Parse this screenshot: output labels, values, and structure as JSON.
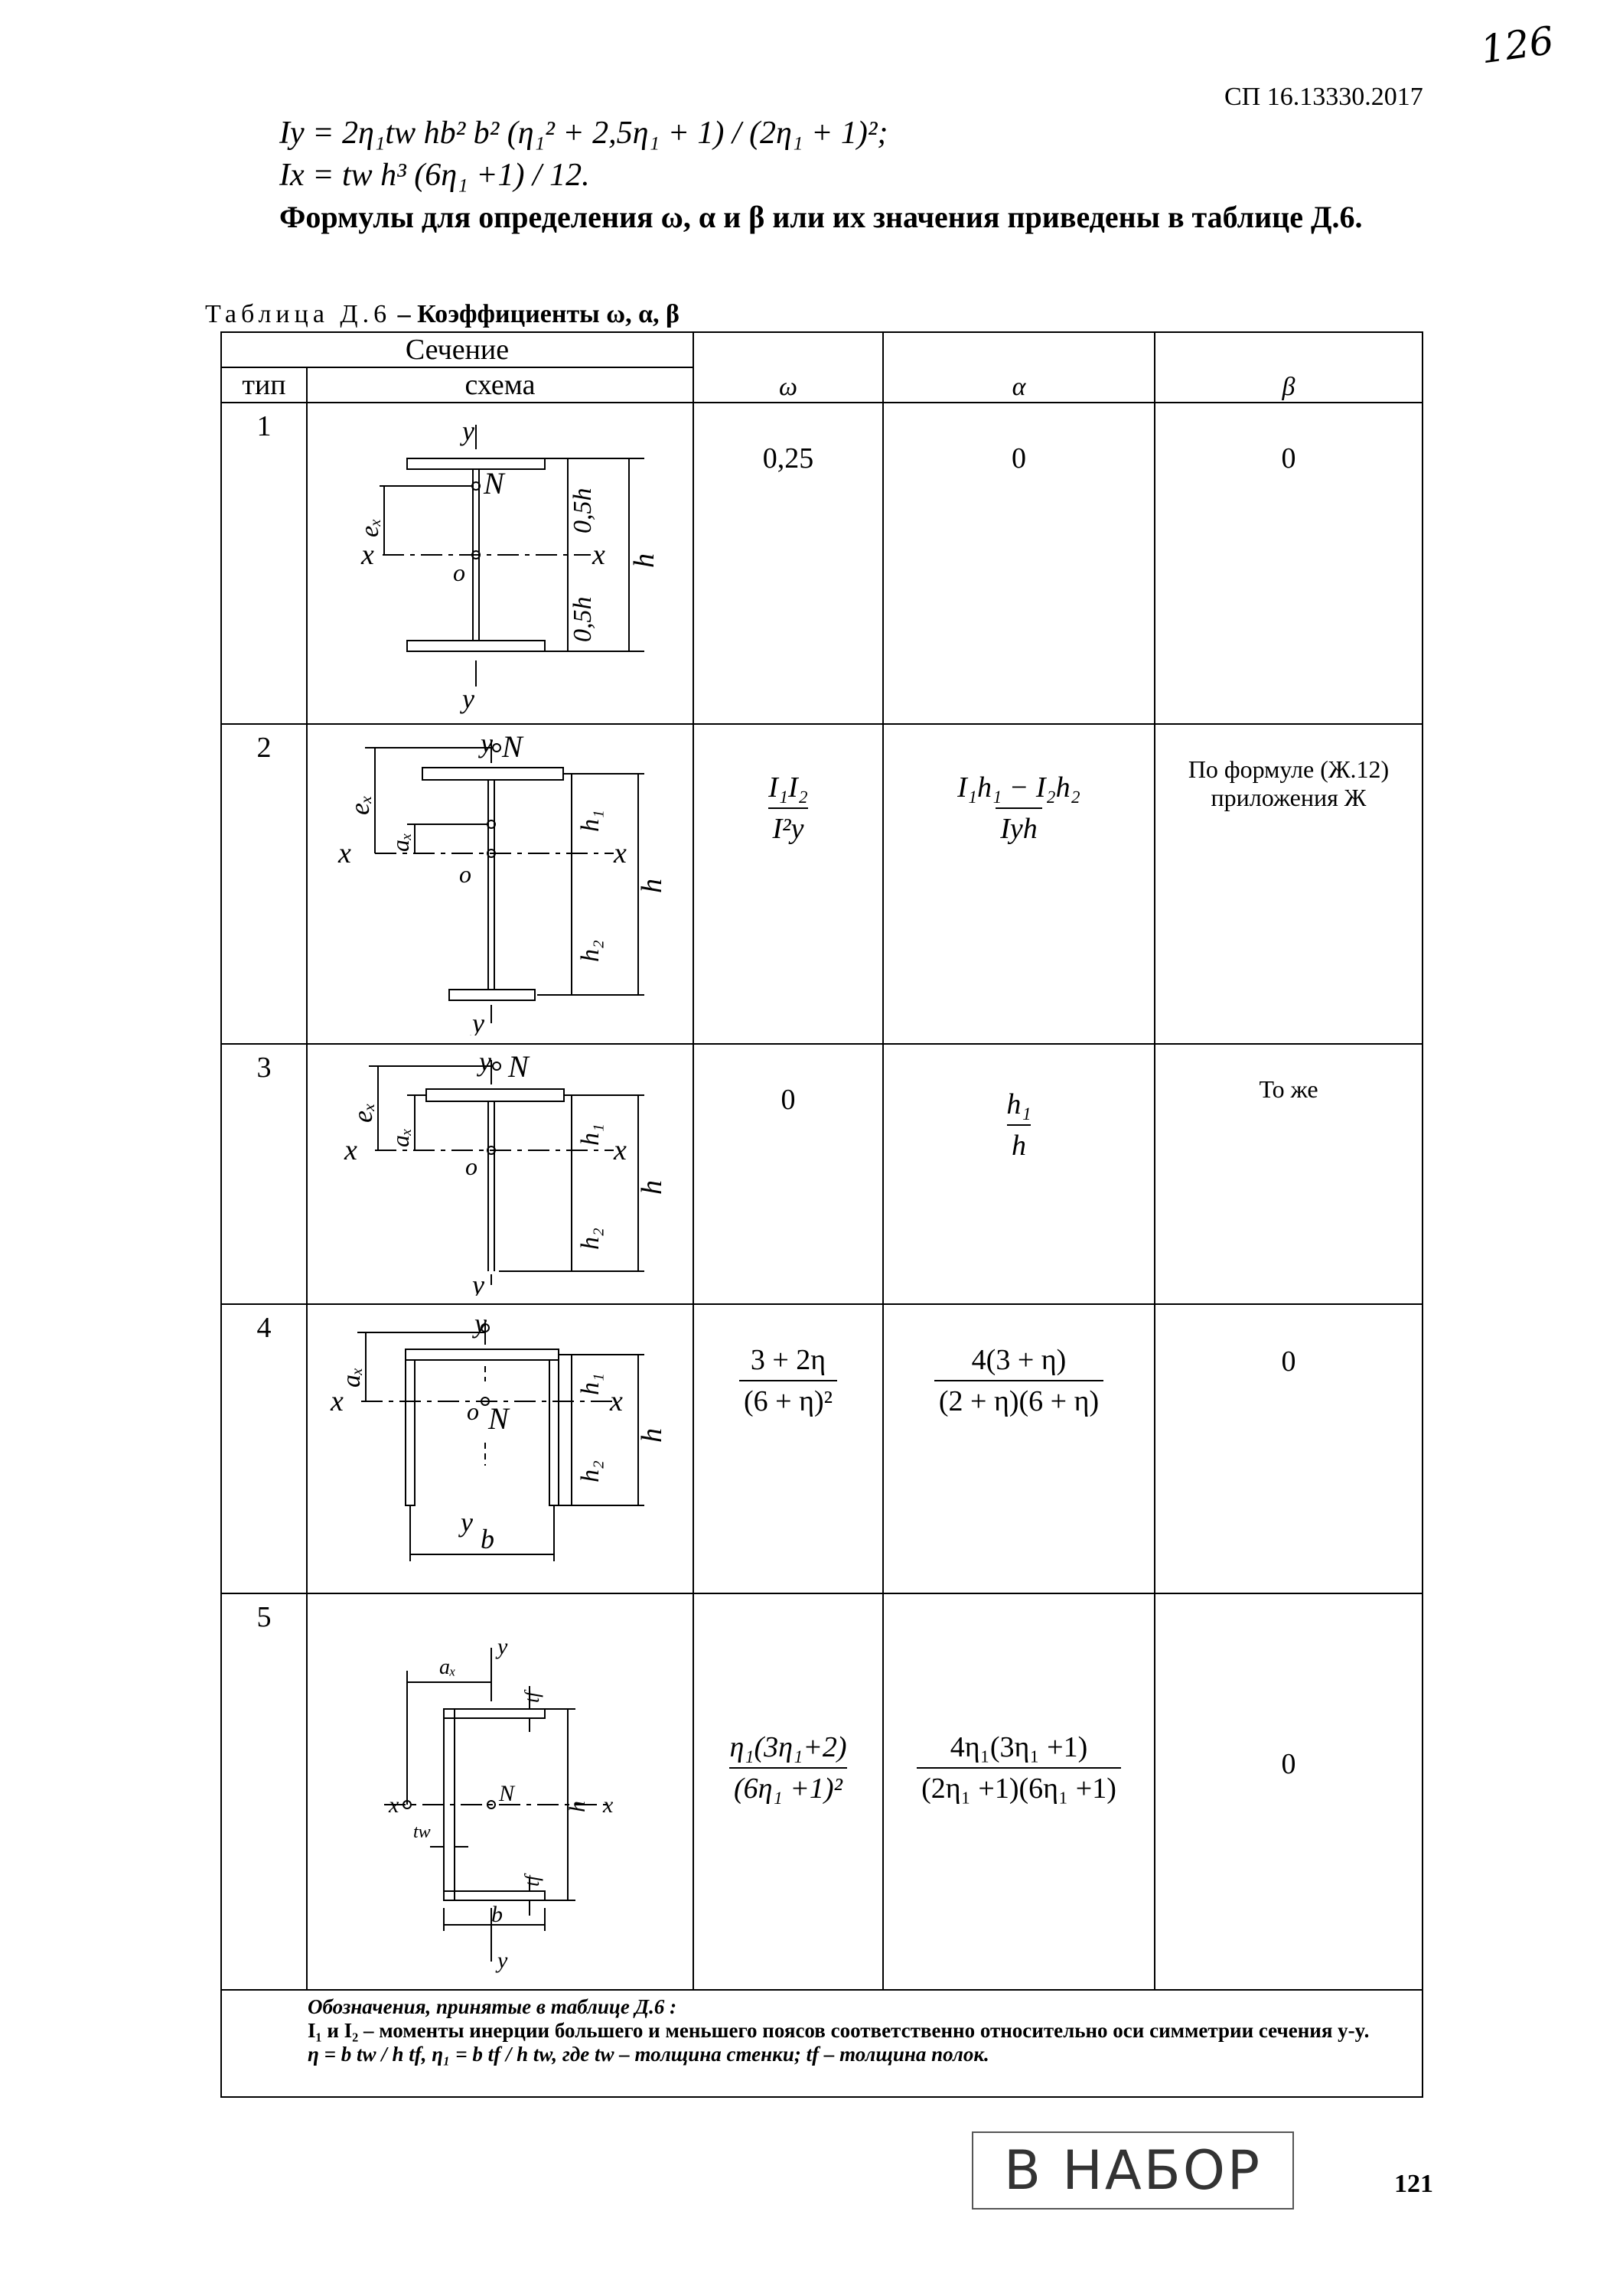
{
  "header": {
    "handwritten_number": "126",
    "doc_code": "СП 16.13330.2017"
  },
  "formulas": {
    "iy": "Iy = 2η₁tw hb² b² (η₁² + 2,5η₁ + 1) / (2η₁ + 1)²;",
    "ix": "Ix = tw h³ (6η₁ +1) / 12.",
    "text": "Формулы для определения ω, α и β или их значения приведены в таблице Д.6."
  },
  "table": {
    "caption_prefix": "Таблица Д.6",
    "caption_rest": " – Коэффициенты ω, α, β",
    "headers": {
      "section": "Сечение",
      "type": "тип",
      "scheme": "схема",
      "omega": "ω",
      "alpha": "α",
      "beta": "β"
    },
    "rows": [
      {
        "type": "1",
        "omega": "0,25",
        "alpha": "0",
        "beta": "0",
        "labels": {
          "y_top": "y",
          "y_bot": "y",
          "x_left": "x",
          "x_right": "x",
          "N": "N",
          "o": "o",
          "ex": "eₓ",
          "half_top": "0,5h",
          "half_bot": "0,5h",
          "h": "h"
        }
      },
      {
        "type": "2",
        "omega_num": "I₁I₂",
        "omega_den": "I²y",
        "alpha_num": "I₁h₁ − I₂h₂",
        "alpha_den": "Iyh",
        "beta": "По формуле (Ж.12) приложения Ж",
        "labels": {
          "y_top": "y",
          "y_bot": "y",
          "x_left": "x",
          "x_right": "x",
          "N": "N",
          "o": "o",
          "ex": "eₓ",
          "ax": "aₓ",
          "h1": "h₁",
          "h2": "h₂",
          "h": "h"
        }
      },
      {
        "type": "3",
        "omega": "0",
        "alpha_num": "h₁",
        "alpha_den": "h",
        "beta": "То же",
        "labels": {
          "y_top": "y",
          "y_bot": "y",
          "x_left": "x",
          "x_right": "x",
          "N": "N",
          "o": "o",
          "ex": "eₓ",
          "ax": "aₓ",
          "h1": "h₁",
          "h2": "h₂",
          "h": "h"
        }
      },
      {
        "type": "4",
        "omega_num": "3 + 2η",
        "omega_den": "(6 + η)²",
        "alpha_num": "4(3 + η)",
        "alpha_den": "(2 + η)(6 + η)",
        "beta": "0",
        "labels": {
          "y_top": "y",
          "y_bot": "y",
          "x_left": "x",
          "x_right": "x",
          "N": "N",
          "o": "o",
          "ax": "aₓ",
          "h1": "h₁",
          "h2": "h₂",
          "h": "h",
          "b": "b"
        }
      },
      {
        "type": "5",
        "omega_num": "η₁(3η₁+2)",
        "omega_den": "(6η₁ +1)²",
        "alpha_num": "4η₁(3η₁ +1)",
        "alpha_den": "(2η₁ +1)(6η₁ +1)",
        "beta": "0",
        "labels": {
          "y_top": "y",
          "y_bot": "y",
          "x_left": "x",
          "x_right": "x",
          "N": "N",
          "ax": "aₓ",
          "tf_top": "tf",
          "tf_bot": "tf",
          "tw": "tw",
          "h": "h",
          "b": "b"
        }
      }
    ],
    "notes": {
      "title": "Обозначения, принятые в таблице Д.6 :",
      "line1": "I₁ и I₂ – моменты инерции большего и меньшего поясов соответственно относительно оси симметрии сечения y-y.",
      "line2": "η = b tw / h tf,   η₁ = b tf / h tw,   где tw – толщина стенки; tf – толщина полок."
    }
  },
  "footer": {
    "stamp": "В НАБОР",
    "page_number": "121"
  }
}
